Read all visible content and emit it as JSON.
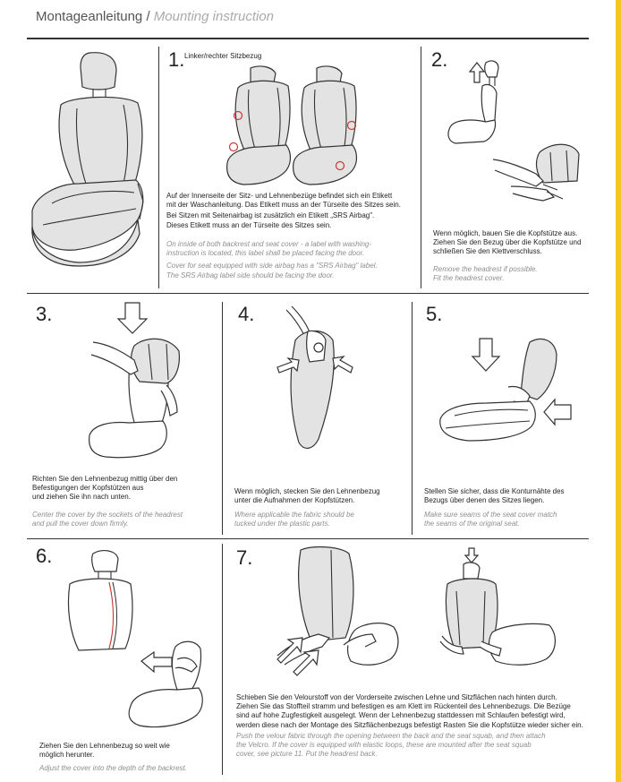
{
  "header": {
    "title_de": "Montageanleitung",
    "separator": "/",
    "title_en": "Mounting instruction"
  },
  "steps": {
    "s1": {
      "number": "1.",
      "title": "Linker/rechter Sitzbezug",
      "de": [
        "Auf der Innenseite der Sitz- und Lehnenbezüge befindet sich ein Etikett",
        "mit der Waschanleitung. Das Etikett muss an der Türseite des Sitzes sein.",
        "Bei Sitzen mit Seitenairbag ist zusätzlich ein Etikett „SRS Airbag\".",
        "Dieses Etikett muss an der Türseite des Sitzes sein."
      ],
      "en": [
        "On inside of both backrest and seat cover - a label with washing-",
        "instruction is located, this label shall be placed facing the door.",
        "Cover for seat equipped with side airbag has a \"SRS Airbag\" label.",
        "The SRS Airbag label side should be facing the door."
      ]
    },
    "s2": {
      "number": "2.",
      "de": [
        "Wenn möglich, bauen Sie die Kopfstütze aus.",
        "Ziehen Sie den Bezug über die Kopfstütze und",
        "schließen Sie den Klettverschluss."
      ],
      "en": [
        "Remove the headrest if possible.",
        "Fit the headrest cover."
      ]
    },
    "s3": {
      "number": "3.",
      "de": [
        "Richten Sie den Lehnenbezug mittig über den",
        "Befestigungen der Kopfstützen aus",
        "und ziehen Sie ihn nach unten."
      ],
      "en": [
        "Center the cover by the sockets of the headrest",
        "and pull the cover down firmly."
      ]
    },
    "s4": {
      "number": "4.",
      "de": [
        "Wenn möglich, stecken Sie den Lehnenbezug",
        "unter die Aufnahmen der Kopfstützen."
      ],
      "en": [
        "Where applicable the fabric should be",
        "tucked under the plastic parts."
      ]
    },
    "s5": {
      "number": "5.",
      "de": [
        "Stellen Sie sicher, dass die Konturnähte des",
        "Bezugs über denen des Sitzes liegen."
      ],
      "en": [
        "Make sure seams of the seat cover match",
        "the seams of the original seat."
      ]
    },
    "s6": {
      "number": "6.",
      "de": [
        "Ziehen Sie den Lehnenbezug so weit wie",
        "möglich herunter."
      ],
      "en": [
        "Adjust the cover into the depth of the backrest."
      ]
    },
    "s7": {
      "number": "7.",
      "de": [
        "Schieben Sie den Velourstoff von der Vorderseite zwischen Lehne und Sitzflächen nach hinten durch.",
        "Ziehen Sie das Stoffteil stramm und befestigen es am Klett im Rückenteil des Lehnenbezugs. Die Bezüge",
        "sind auf hohe Zugfestigkeit ausgelegt. Wenn der Lehnenbezug stattdessen mit Schlaufen befestigt wird,",
        "werden diese nach der Montage des Sitzflächenbezugs befestigt Rasten Sie die Kopfstütze wieder sicher ein."
      ],
      "en": [
        "Push the velour fabric through the opening between the back and the seat squab, and then attach",
        "the Velcro. If the cover is equipped with elastic loops, these are mounted after the seat squab",
        "cover, see picture 11. Put the headrest back."
      ]
    }
  },
  "colors": {
    "accent_bar": "#f3c623",
    "label_circle": "#d03535"
  }
}
